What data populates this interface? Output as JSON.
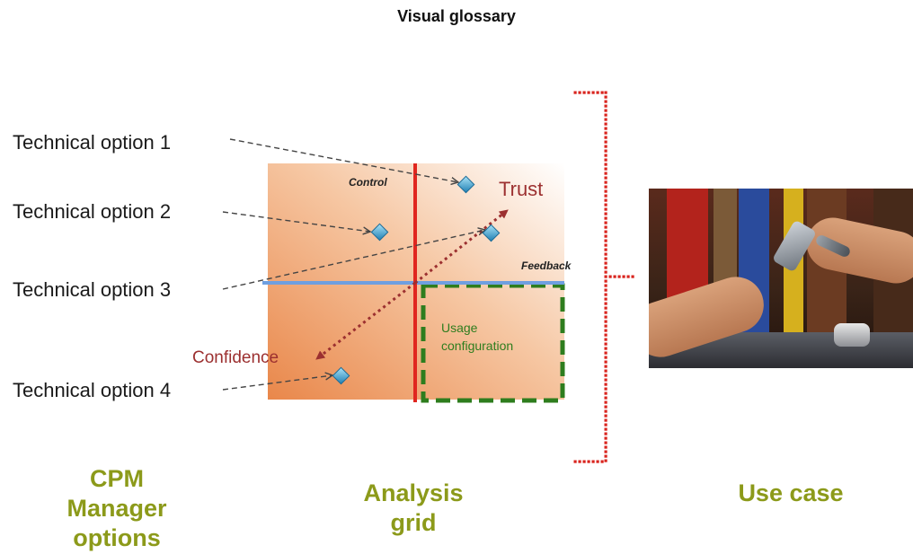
{
  "page": {
    "title": "Visual glossary"
  },
  "options": [
    {
      "label": "Technical option 1"
    },
    {
      "label": "Technical option 2"
    },
    {
      "label": "Technical option 3"
    },
    {
      "label": "Technical option 4"
    }
  ],
  "grid": {
    "axis_vertical_label": "Control",
    "axis_horizontal_label": "Feedback",
    "trust_label": "Trust",
    "confidence_label": "Confidence",
    "usage_label_line1": "Usage",
    "usage_label_line2": "configuration"
  },
  "captions": {
    "left_line1": "CPM",
    "left_line2": "Manager",
    "left_line3": "options",
    "middle_line1": "Analysis",
    "middle_line2": "grid",
    "right": "Use case"
  },
  "colors": {
    "caption_olive": "#8c9a1a",
    "axis_red": "#e0261f",
    "axis_blue": "#6f9fe0",
    "trust_maroon": "#9c3030",
    "usage_green": "#2e7d1e",
    "grid_fill_start": "#e9874a",
    "bracket_red": "#d9241e",
    "diamond_blue": "#38a3d6"
  },
  "photo": {
    "icon": "hands-exchanging-phone-photo"
  }
}
